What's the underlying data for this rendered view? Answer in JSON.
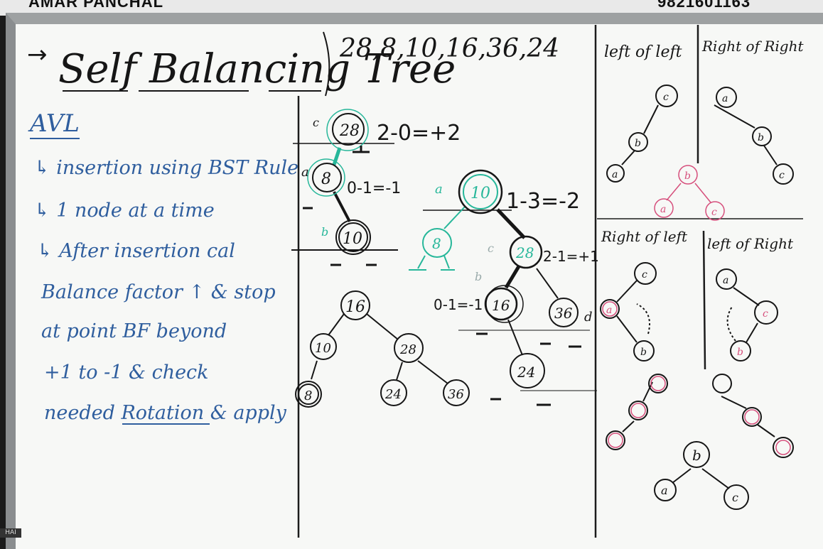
{
  "header": {
    "left_name": "AMAR PANCHAL",
    "right_number": "9821601163"
  },
  "title": {
    "arrow": "→",
    "text": "Self Balancing Tree"
  },
  "sequence": "28,8,10,16,36,24",
  "notes": {
    "avl": "AVL",
    "lines": [
      "↳ insertion using BST Rule",
      "↳ 1 node at a time",
      "↳ After insertion cal",
      "Balance factor ↑ & stop",
      "at point BF beyond",
      "+1 to -1 & check",
      "needed Rotation & apply"
    ]
  },
  "first_tree": {
    "nodes": [
      "28",
      "8",
      "10"
    ],
    "bf_labels": [
      "2-0=+2",
      "0-1=-1"
    ],
    "side_marks": [
      "c",
      "a",
      "b"
    ]
  },
  "second_tree": {
    "nodes": [
      "10",
      "8",
      "28",
      "16",
      "36",
      "24"
    ],
    "bf_labels": [
      "1-3=-2",
      "2-1=+1",
      "0-1=-1"
    ],
    "side_marks": [
      "a",
      "c",
      "b",
      "d"
    ]
  },
  "result_tree": {
    "nodes": [
      "16",
      "10",
      "28",
      "8",
      "24",
      "36"
    ]
  },
  "rotations": {
    "left_of_left": "left of left",
    "right_of_right": "Right of Right",
    "right_of_left": "Right of left",
    "left_of_right": "left of Right",
    "letters": [
      "a",
      "b",
      "c"
    ]
  },
  "corner_tag": "HAI",
  "colors": {
    "board": "#f7f8f6",
    "ink_black": "#161616",
    "ink_blue": "#2f5e9e",
    "ink_green": "#27b79a",
    "ink_pink": "#d64f7c",
    "frame": "#8a8d8f"
  }
}
